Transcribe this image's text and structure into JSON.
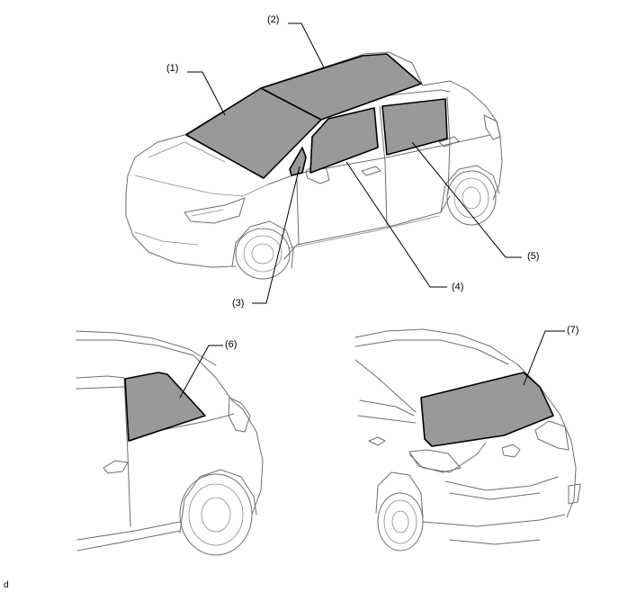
{
  "callouts": {
    "c1": "(1)",
    "c2": "(2)",
    "c3": "(3)",
    "c4": "(4)",
    "c5": "(5)",
    "c6": "(6)",
    "c7": "(7)"
  },
  "footer_code": "d",
  "colors": {
    "glass_fill": "#999999",
    "glass_stroke": "#000000",
    "body_line": "#6e6e6e",
    "background": "#ffffff"
  }
}
